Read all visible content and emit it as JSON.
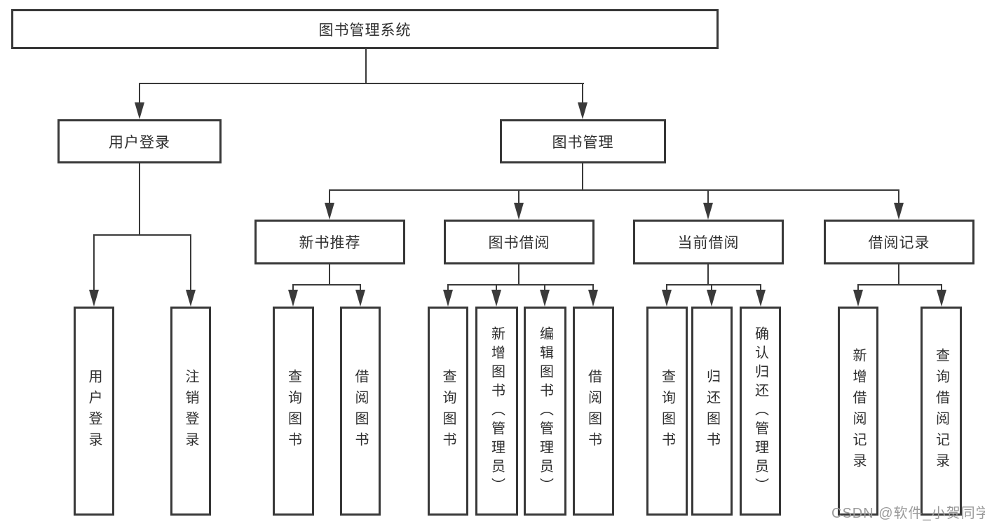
{
  "diagram": {
    "title": "图书管理系统",
    "root": {
      "label": "图书管理系统"
    },
    "level1": [
      {
        "id": "user-login",
        "label": "用户登录"
      },
      {
        "id": "book-management",
        "label": "图书管理"
      }
    ],
    "level2": [
      {
        "id": "new-book-recommend",
        "label": "新书推荐",
        "parent": "book-management"
      },
      {
        "id": "book-borrow",
        "label": "图书借阅",
        "parent": "book-management"
      },
      {
        "id": "current-borrow",
        "label": "当前借阅",
        "parent": "book-management"
      },
      {
        "id": "borrow-record",
        "label": "借阅记录",
        "parent": "book-management"
      }
    ],
    "leaves": [
      {
        "id": "leaf-user-login",
        "label": "用户登录",
        "parent": "user-login"
      },
      {
        "id": "leaf-logout",
        "label": "注销登录",
        "parent": "user-login"
      },
      {
        "id": "leaf-query-book-recommend",
        "label": "查询图书",
        "parent": "new-book-recommend"
      },
      {
        "id": "leaf-borrow-book-recommend",
        "label": "借阅图书",
        "parent": "new-book-recommend"
      },
      {
        "id": "leaf-query-book-borrow",
        "label": "查询图书",
        "parent": "book-borrow"
      },
      {
        "id": "leaf-add-book-admin",
        "label": "新增图书（管理员）",
        "parent": "book-borrow"
      },
      {
        "id": "leaf-edit-book-admin",
        "label": "编辑图书（管理员）",
        "parent": "book-borrow"
      },
      {
        "id": "leaf-borrow-book",
        "label": "借阅图书",
        "parent": "book-borrow"
      },
      {
        "id": "leaf-query-book-current",
        "label": "查询图书",
        "parent": "current-borrow"
      },
      {
        "id": "leaf-return-book",
        "label": "归还图书",
        "parent": "current-borrow"
      },
      {
        "id": "leaf-confirm-return-admin",
        "label": "确认归还（管理员）",
        "parent": "current-borrow"
      },
      {
        "id": "leaf-add-borrow-record",
        "label": "新增借阅记录",
        "parent": "borrow-record"
      },
      {
        "id": "leaf-query-borrow-record",
        "label": "查询借阅记录",
        "parent": "borrow-record"
      }
    ],
    "colors": {
      "line": "#3a3a3a",
      "border": "#383838",
      "text": "#2f2f2f",
      "background": "#ffffff",
      "watermark": "#9a9a9a"
    }
  },
  "watermark": {
    "text": "CSDN @软件_小贺同学"
  }
}
